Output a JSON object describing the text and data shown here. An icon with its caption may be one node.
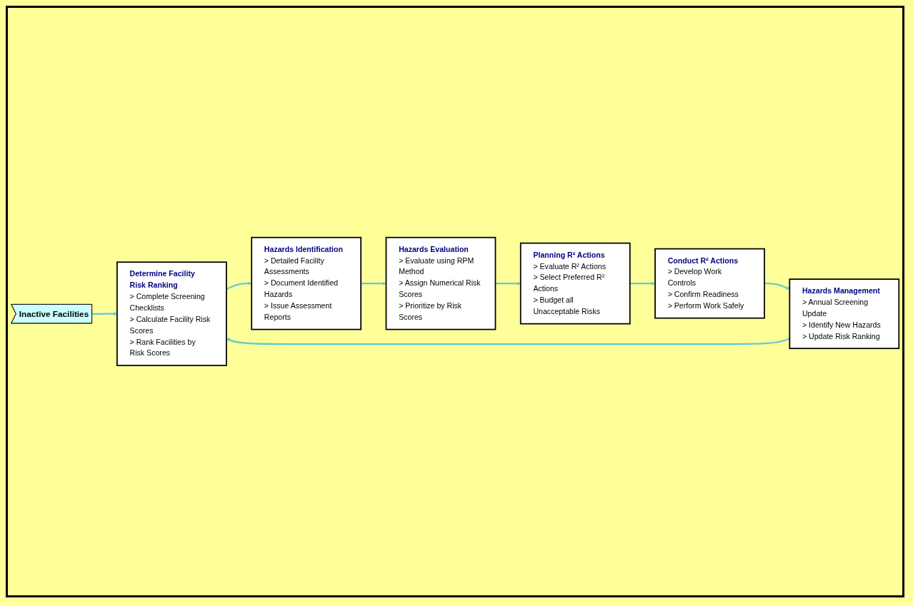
{
  "diagram": {
    "nodes": [
      {
        "text": [
          "Inactive Facilities"
        ]
      },
      {
        "text": [
          "Determine Facility Risk Ranking",
          "> Complete Screening Checklists",
          "> Calculate Facility Risk Scores",
          "> Rank Facilities by Risk Scores"
        ]
      },
      {
        "text": [
          "Hazards Identification",
          "> Detailed Facility Assessments",
          "> Document Identified Hazards",
          "> Issue Assessment Reports"
        ]
      },
      {
        "text": [
          "Hazards Evaluation",
          "> Evaluate using RPM Method",
          "> Assign Numerical Risk Scores",
          "> Prioritize by Risk Scores"
        ]
      },
      {
        "text": [
          "Planning R² Actions",
          "> Evaluate R² Actions",
          "> Select Preferred R² Actions",
          "> Budget all Unacceptable Risks"
        ]
      },
      {
        "text": [
          "Conduct R² Actions",
          "> Develop Work Controls",
          "> Confirm Readiness",
          "> Perform Work Safely"
        ]
      },
      {
        "text": [
          "Hazards Management",
          "> Annual Screening Update",
          "> Identify New Hazards",
          "> Update Risk Ranking"
        ]
      }
    ],
    "edges": [
      {
        "from": 0,
        "to": 1,
        "arrow": "to"
      },
      {
        "from": 1,
        "to": 2,
        "arrow": "to"
      },
      {
        "from": 2,
        "to": 3,
        "arrow": "to"
      },
      {
        "from": 3,
        "to": 4,
        "arrow": "to"
      },
      {
        "from": 4,
        "to": 5,
        "arrow": "to"
      },
      {
        "from": 5,
        "to": 6,
        "arrow": "to"
      },
      {
        "from": 6,
        "to": 1,
        "arrow": "to"
      }
    ]
  }
}
